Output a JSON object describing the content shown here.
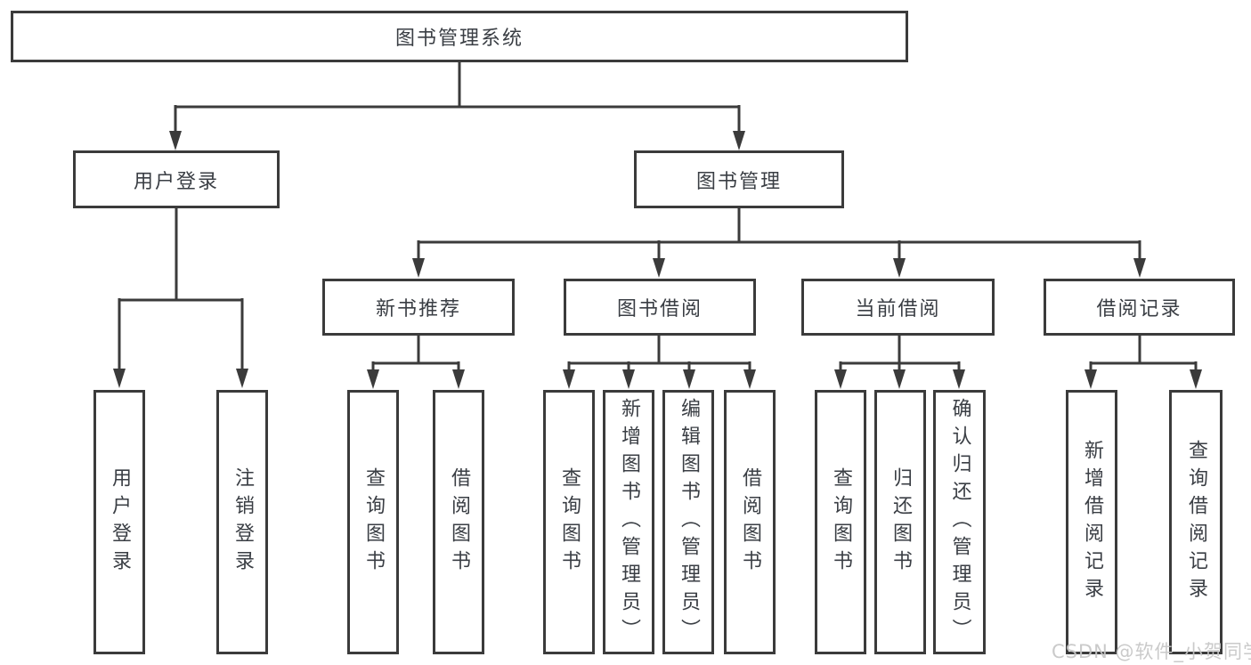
{
  "tree": {
    "label": "图书管理系统",
    "children": [
      {
        "label": "用户登录",
        "children": [
          {
            "label": "用户登录"
          },
          {
            "label": "注销登录"
          }
        ]
      },
      {
        "label": "图书管理",
        "children": [
          {
            "label": "新书推荐",
            "children": [
              {
                "label": "查询图书"
              },
              {
                "label": "借阅图书"
              }
            ]
          },
          {
            "label": "图书借阅",
            "children": [
              {
                "label": "查询图书"
              },
              {
                "label": "新增图书（管理员）"
              },
              {
                "label": "编辑图书（管理员）"
              },
              {
                "label": "借阅图书"
              }
            ]
          },
          {
            "label": "当前借阅",
            "children": [
              {
                "label": "查询图书"
              },
              {
                "label": "归还图书"
              },
              {
                "label": "确认归还（管理员）"
              }
            ]
          },
          {
            "label": "借阅记录",
            "children": [
              {
                "label": "新增借阅记录"
              },
              {
                "label": "查询借阅记录"
              }
            ]
          }
        ]
      }
    ]
  },
  "watermark": {
    "text": "CSDN @软件_小贺同学"
  },
  "colors": {
    "line": "#3b3b3b",
    "text": "#3a3e44",
    "background": "#ffffff",
    "watermark": "#c6c6c6"
  }
}
